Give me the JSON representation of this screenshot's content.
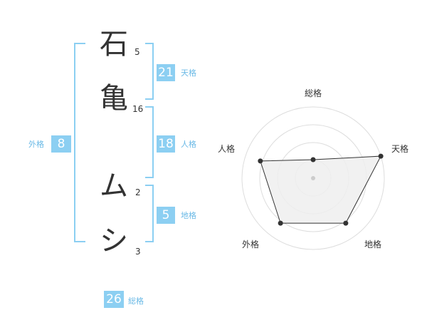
{
  "name": {
    "chars": [
      {
        "char": "石",
        "strokes": "5"
      },
      {
        "char": "亀",
        "strokes": "16"
      },
      {
        "char": "ム",
        "strokes": "2"
      },
      {
        "char": "シ",
        "strokes": "3"
      }
    ]
  },
  "fortune": {
    "tenkaku": {
      "value": "21",
      "label": "天格"
    },
    "jinkaku": {
      "value": "18",
      "label": "人格"
    },
    "chikaku": {
      "value": "5",
      "label": "地格"
    },
    "gaikaku": {
      "value": "8",
      "label": "外格"
    },
    "soukaku": {
      "value": "26",
      "label": "総格"
    }
  },
  "colors": {
    "accent": "#8ccff2",
    "accent_text": "#6ab9e6",
    "grid": "#dddddd",
    "fill": "#eeeeee",
    "line": "#333333"
  },
  "chart_data": {
    "type": "radar",
    "axes": [
      "総格",
      "天格",
      "地格",
      "外格",
      "人格"
    ],
    "values": [
      0.26,
      1.0,
      0.78,
      0.78,
      0.78
    ],
    "range": [
      0,
      1
    ],
    "rings": 4
  }
}
